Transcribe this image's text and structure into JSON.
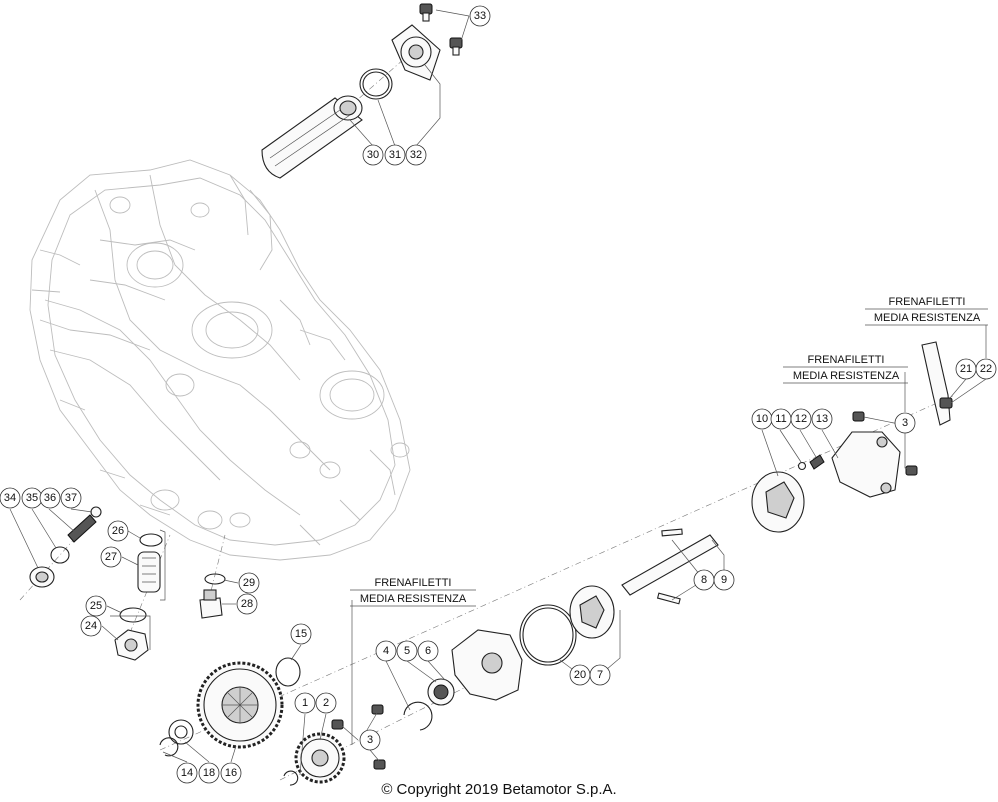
{
  "notes": [
    {
      "line1": "FRENAFILETTI",
      "line2": "MEDIA RESISTENZA"
    },
    {
      "line1": "FRENAFILETTI",
      "line2": "MEDIA RESISTENZA"
    },
    {
      "line1": "FRENAFILETTI",
      "line2": "MEDIA RESISTENZA"
    }
  ],
  "callouts": [
    "1",
    "2",
    "3",
    "3",
    "4",
    "5",
    "6",
    "7",
    "8",
    "9",
    "10",
    "11",
    "12",
    "13",
    "14",
    "15",
    "16",
    "18",
    "20",
    "21",
    "22",
    "24",
    "25",
    "26",
    "27",
    "28",
    "29",
    "30",
    "31",
    "32",
    "33",
    "34",
    "35",
    "36",
    "37"
  ],
  "copyright": "© Copyright 2019 Betamotor S.p.A."
}
